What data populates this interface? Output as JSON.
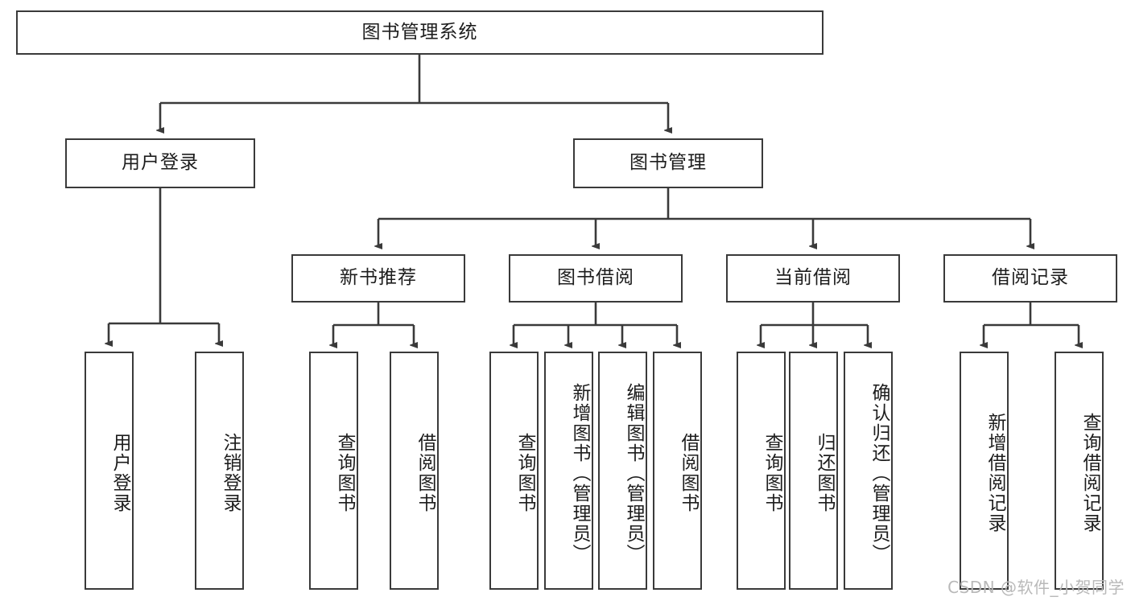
{
  "diagram": {
    "kind": "tree-hierarchy-chart",
    "line_color": "#3a3a3a",
    "box_border_color": "#3a3a3a",
    "box_fill_color": "#ffffff",
    "text_color": "#1d1d1d",
    "background": "#ffffff"
  },
  "root": {
    "label": "图书管理系统"
  },
  "level2": [
    {
      "label": "用户登录"
    },
    {
      "label": "图书管理"
    }
  ],
  "level3": [
    {
      "label": "新书推荐"
    },
    {
      "label": "图书借阅"
    },
    {
      "label": "当前借阅"
    },
    {
      "label": "借阅记录"
    }
  ],
  "leaves": {
    "user_login": [
      {
        "label": "用户登录"
      },
      {
        "label": "注销登录"
      }
    ],
    "new_book_recommend": [
      {
        "label": "查询图书"
      },
      {
        "label": "借阅图书"
      }
    ],
    "book_borrow": [
      {
        "label": "查询图书"
      },
      {
        "label": "新增图书（管理员）"
      },
      {
        "label": "编辑图书（管理员）"
      },
      {
        "label": "借阅图书"
      }
    ],
    "current_borrow": [
      {
        "label": "查询图书"
      },
      {
        "label": "归还图书"
      },
      {
        "label": "确认归还（管理员）"
      }
    ],
    "borrow_record": [
      {
        "label": "新增借阅记录"
      },
      {
        "label": "查询借阅记录"
      }
    ]
  },
  "watermark": {
    "text": "CSDN @软件_小贺同学"
  }
}
